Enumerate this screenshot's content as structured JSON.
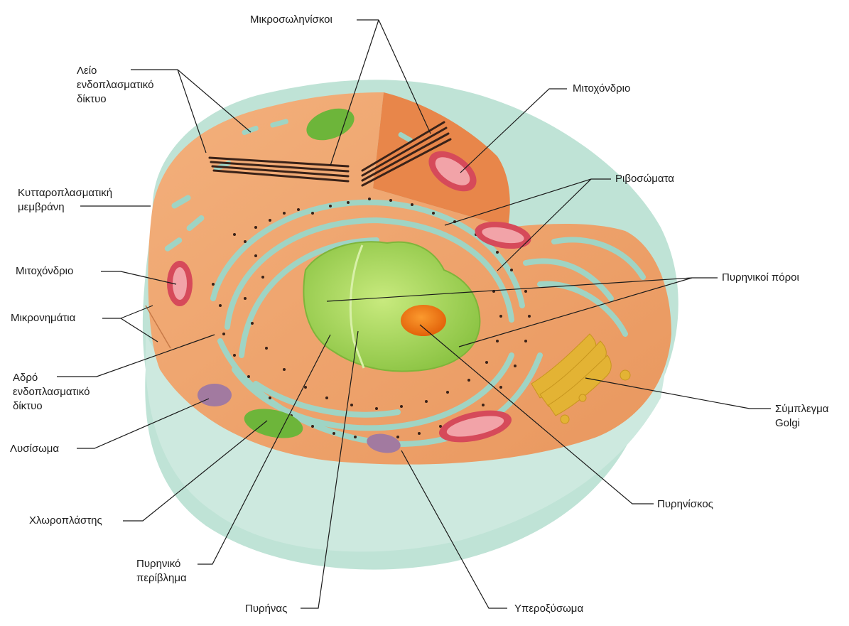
{
  "labels": {
    "microtubules": "Μικροσωληνίσκοι",
    "smooth_er": [
      "Λείο",
      "ενδοπλασματικό",
      "δίκτυο"
    ],
    "mitochondrion_right": "Μιτοχόνδριο",
    "ribosomes": "Ριβοσώματα",
    "plasma_membrane": [
      "Κυτταροπλασματική",
      "μεμβράνη"
    ],
    "mitochondrion_left": "Μιτοχόνδριο",
    "nuclear_pores": "Πυρηνικοί πόροι",
    "microfilaments": "Μικρονημάτια",
    "rough_er": [
      "Αδρό",
      "ενδοπλασματικό",
      "δίκτυο"
    ],
    "golgi": [
      "Σύμπλεγμα",
      "Golgi"
    ],
    "lysosome": "Λυσίσωμα",
    "nucleolus": "Πυρηνίσκος",
    "chloroplast": "Χλωροπλάστης",
    "nuclear_envelope": [
      "Πυρηνικό",
      "περίβλημα"
    ],
    "nucleus": "Πυρήνας",
    "peroxisome": "Υπεροξύσωμα"
  },
  "colors": {
    "membrane_outer": "#b9dfd2",
    "membrane_inner": "#cfe9df",
    "cytoplasm": "#eea26c",
    "cytoplasm_dark": "#e98a4c",
    "er": "#9fd4c4",
    "nucleus": "#9bcf4c",
    "nucleus_light": "#b7e06a",
    "nucleolus": "#f07a14",
    "mitochondrion": "#d64a5a",
    "chloroplast": "#6db53a",
    "golgi": "#e3b334",
    "lysosome": "#a27aa0",
    "microtubule": "#3a2218",
    "leader_line": "#1a1a1a"
  }
}
